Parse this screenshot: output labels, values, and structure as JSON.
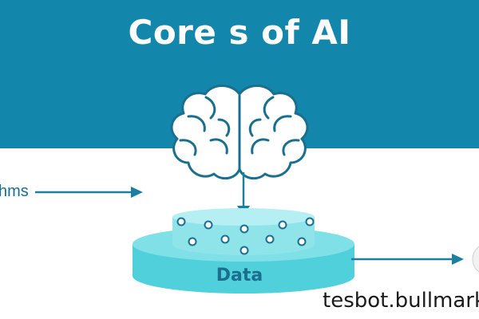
{
  "title": "Core s of AI",
  "left_label": "hms",
  "center_label": "Data",
  "watermark": "tesbot.bullmark",
  "colors": {
    "header": "#1387ab",
    "arrow": "#1b7fa0",
    "brain_stroke": "#1b6f8e",
    "data_fill": "#4fd0db",
    "data_top": "#a7ebf0",
    "label_text": "#1b6f8e"
  },
  "icons": {
    "brain": "brain-icon",
    "database": "database-icon"
  }
}
